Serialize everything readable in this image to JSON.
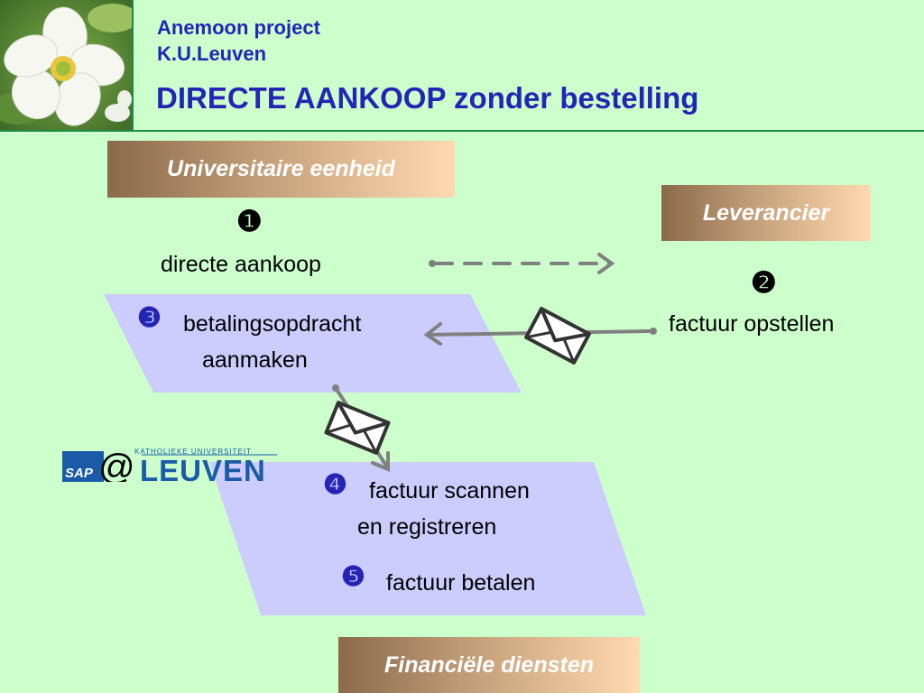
{
  "header": {
    "org_line1": "Anemoon project",
    "org_line2": "K.U.Leuven",
    "title": "DIRECTE AANKOOP zonder bestelling"
  },
  "roles": {
    "university": "Universitaire eenheid",
    "supplier": "Leverancier",
    "finance": "Financiële diensten"
  },
  "steps": {
    "s1": {
      "num": "❶",
      "text": "directe aankoop"
    },
    "s2": {
      "num": "❷",
      "text": "factuur opstellen"
    },
    "s3": {
      "num": "❸",
      "line1": "betalingsopdracht",
      "line2": "aanmaken"
    },
    "s4": {
      "num": "❹",
      "line1": "factuur scannen",
      "line2": "en registreren"
    },
    "s5": {
      "num": "❺",
      "text": "factuur betalen"
    }
  },
  "logo": {
    "sap": "SAP",
    "at": "@",
    "university": "KATHOLIEKE UNIVERSITEIT",
    "city": "LEUVEN"
  },
  "colors": {
    "background": "#ccffcc",
    "title": "#2525b5",
    "parallelogram": "#ccccff",
    "arrow": "#808080"
  }
}
